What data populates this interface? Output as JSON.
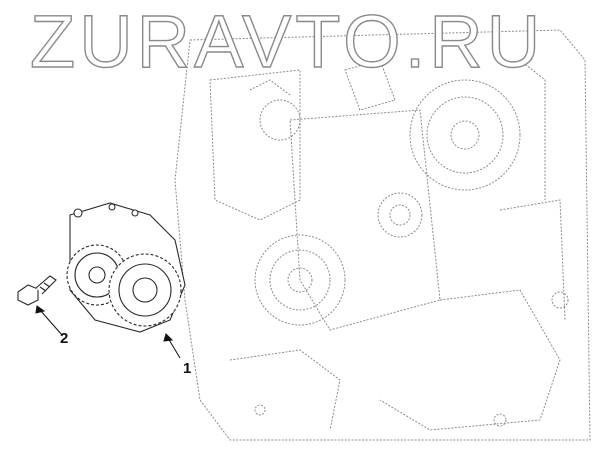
{
  "watermark": {
    "text": "ZURAVTO.RU"
  },
  "callouts": [
    {
      "label": "1",
      "part": "oil-pump"
    },
    {
      "label": "2",
      "part": "bolt"
    }
  ],
  "colors": {
    "line": "#2a2a2a",
    "engine_line": "#8c8c8c",
    "watermark_stroke": "#8a8a8a",
    "background": "#ffffff"
  }
}
